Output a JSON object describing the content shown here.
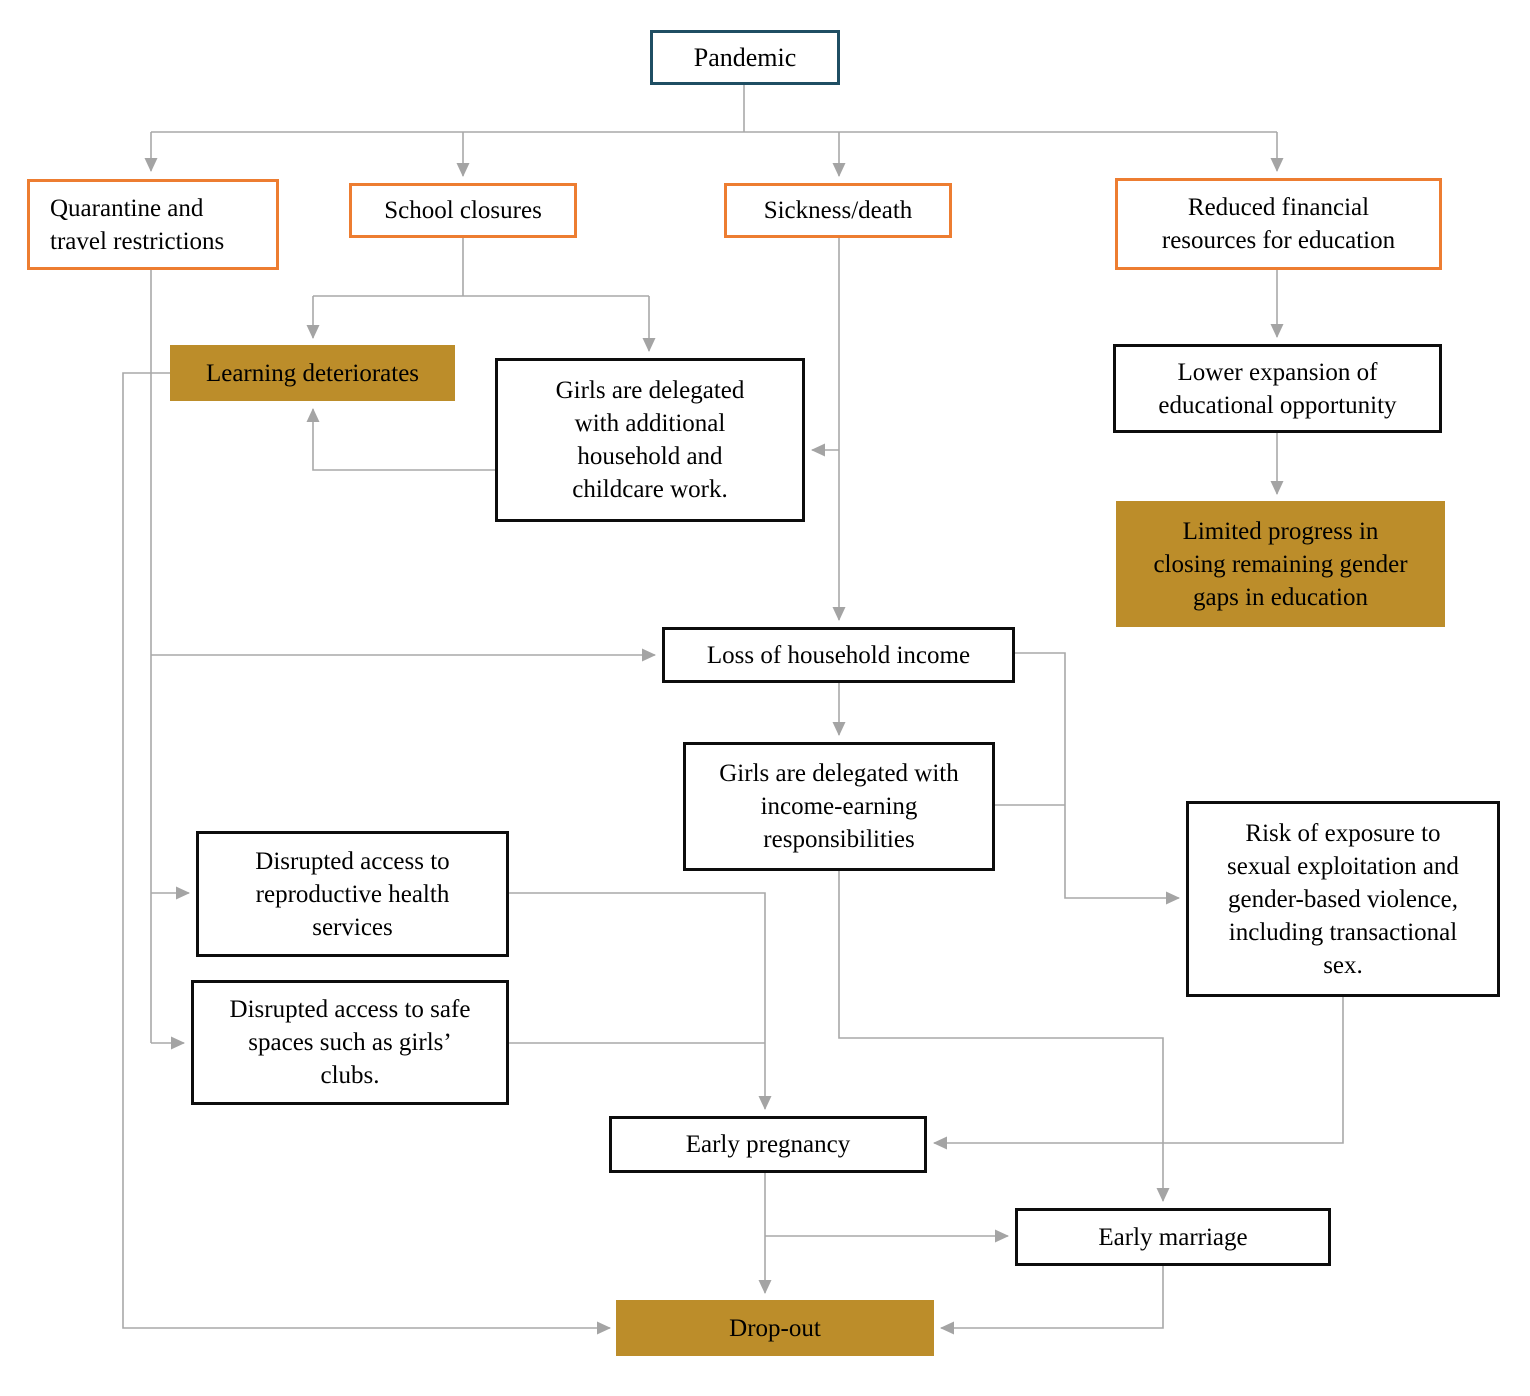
{
  "diagram": {
    "nodes": {
      "pandemic": "Pandemic",
      "quarantine": "Quarantine and\ntravel restrictions",
      "school_closures": "School closures",
      "sickness": "Sickness/death",
      "reduced_financial": "Reduced financial\nresources for education",
      "learning": "Learning deteriorates",
      "girls_household": "Girls are delegated\nwith additional\nhousehold and\nchildcare work.",
      "lower_expansion": "Lower expansion of\neducational opportunity",
      "limited_progress": "Limited progress in\nclosing remaining gender\ngaps in education",
      "loss_income": "Loss of household income",
      "girls_income": "Girls are delegated with\nincome-earning\nresponsibilities",
      "repro_health": "Disrupted access to\nreproductive health\nservices",
      "risk_exposure": "Risk of exposure to\nsexual exploitation and\ngender-based violence,\nincluding transactional\nsex.",
      "safe_spaces": "Disrupted access to safe\nspaces such as girls’\nclubs.",
      "early_pregnancy": "Early pregnancy",
      "early_marriage": "Early marriage",
      "dropout": "Drop-out"
    },
    "colors": {
      "highlight_fill": "#BC8D2A",
      "orange_border": "#ED7D31",
      "navy_border": "#1F4E63",
      "black_border": "#0D0D0D",
      "connector_gray": "#A8A8A8"
    },
    "edges": [
      {
        "from": "pandemic",
        "to": "quarantine"
      },
      {
        "from": "pandemic",
        "to": "school_closures"
      },
      {
        "from": "pandemic",
        "to": "sickness"
      },
      {
        "from": "pandemic",
        "to": "reduced_financial"
      },
      {
        "from": "school_closures",
        "to": "learning"
      },
      {
        "from": "school_closures",
        "to": "girls_household"
      },
      {
        "from": "sickness",
        "to": "girls_household"
      },
      {
        "from": "sickness",
        "to": "loss_income"
      },
      {
        "from": "girls_household",
        "to": "learning"
      },
      {
        "from": "learning",
        "to": "dropout"
      },
      {
        "from": "quarantine",
        "to": "loss_income"
      },
      {
        "from": "quarantine",
        "to": "repro_health"
      },
      {
        "from": "quarantine",
        "to": "safe_spaces"
      },
      {
        "from": "reduced_financial",
        "to": "lower_expansion"
      },
      {
        "from": "lower_expansion",
        "to": "limited_progress"
      },
      {
        "from": "loss_income",
        "to": "girls_income"
      },
      {
        "from": "loss_income",
        "to": "risk_exposure"
      },
      {
        "from": "girls_income",
        "to": "risk_exposure"
      },
      {
        "from": "girls_income",
        "to": "early_marriage"
      },
      {
        "from": "repro_health",
        "to": "early_pregnancy"
      },
      {
        "from": "safe_spaces",
        "to": "early_pregnancy"
      },
      {
        "from": "risk_exposure",
        "to": "early_pregnancy"
      },
      {
        "from": "early_pregnancy",
        "to": "early_marriage"
      },
      {
        "from": "early_pregnancy",
        "to": "dropout"
      },
      {
        "from": "early_marriage",
        "to": "dropout"
      }
    ]
  }
}
